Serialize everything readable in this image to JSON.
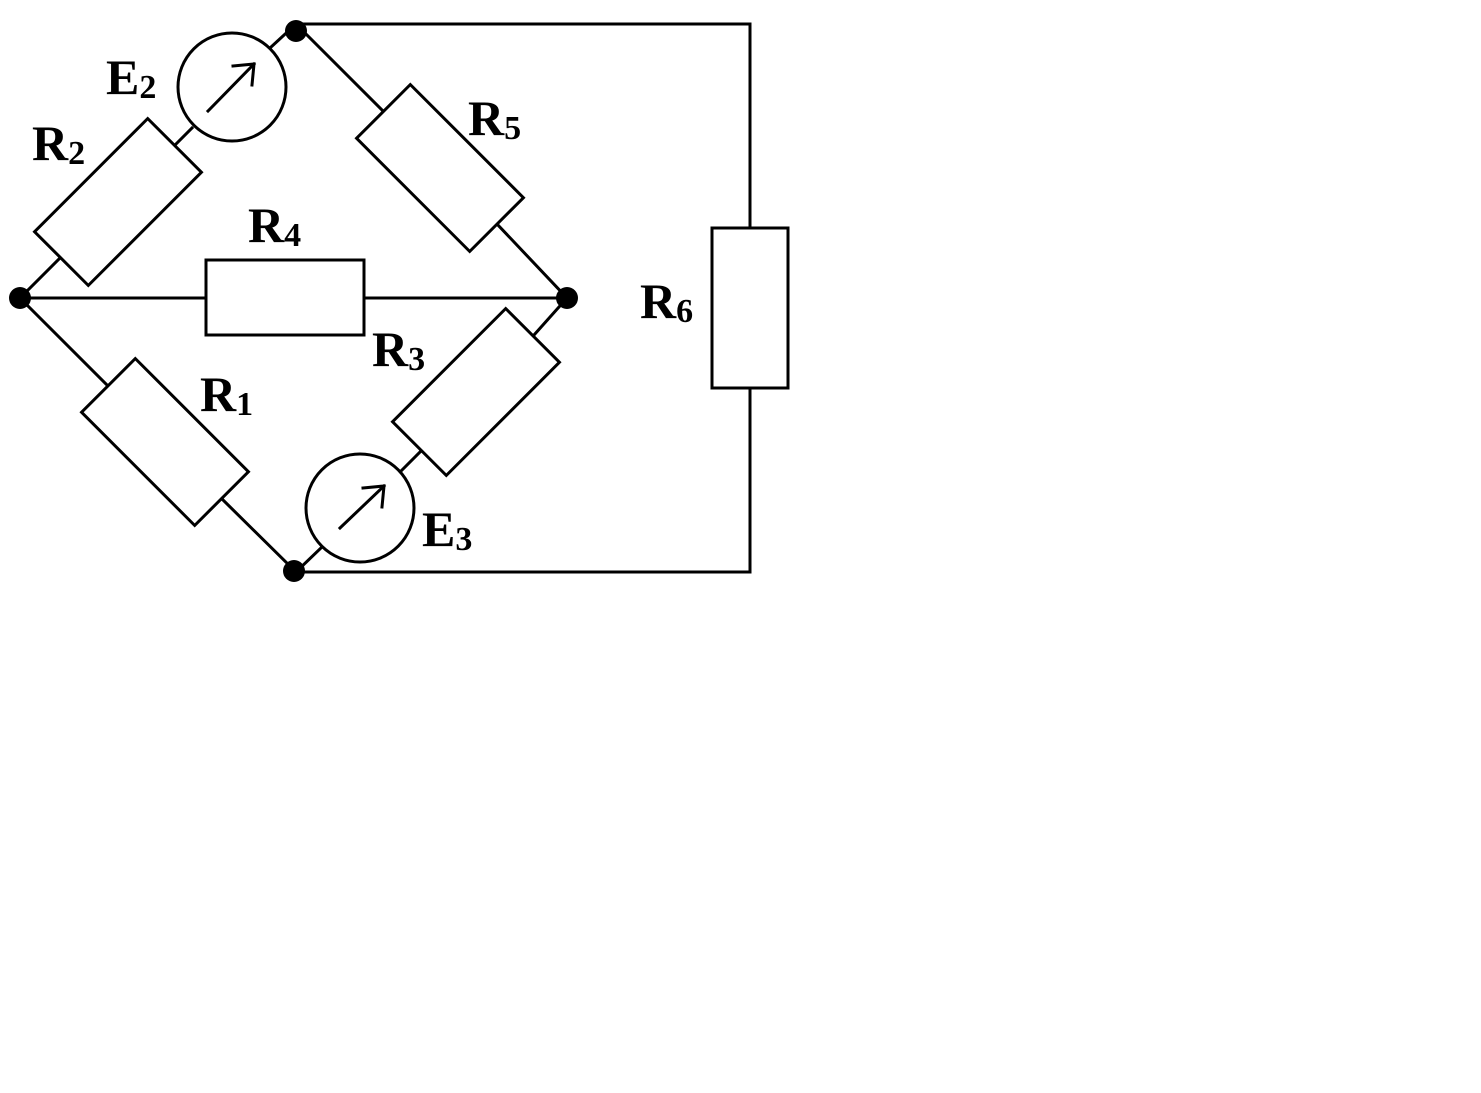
{
  "colors": {
    "ink": "#000000",
    "background": "#ffffff"
  },
  "labels": {
    "R1": {
      "main": "R",
      "sub": "1"
    },
    "R2": {
      "main": "R",
      "sub": "2"
    },
    "R3": {
      "main": "R",
      "sub": "3"
    },
    "R4": {
      "main": "R",
      "sub": "4"
    },
    "R5": {
      "main": "R",
      "sub": "5"
    },
    "R6": {
      "main": "R",
      "sub": "6"
    },
    "E2": {
      "main": "E",
      "sub": "2"
    },
    "E3": {
      "main": "E",
      "sub": "3"
    }
  }
}
